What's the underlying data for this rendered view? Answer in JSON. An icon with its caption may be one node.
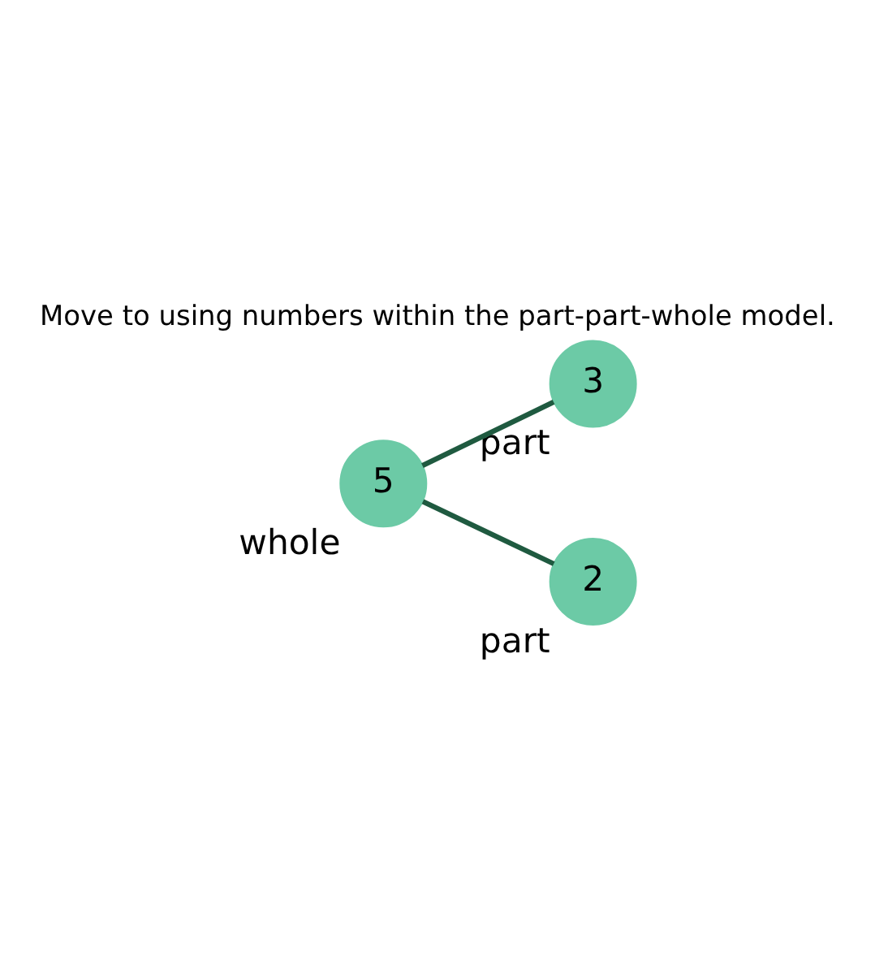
{
  "diagram": {
    "title": "Move to using numbers within the part-part-whole model.",
    "nodes": [
      {
        "text": [
          "5"
        ],
        "beside": [
          "whole"
        ]
      },
      {
        "text": [
          "3"
        ],
        "beside": [
          "part"
        ]
      },
      {
        "text": [
          "2"
        ],
        "beside": [
          "part"
        ]
      }
    ],
    "edges": [
      {
        "from": 0,
        "to": 1,
        "arrow": "none"
      },
      {
        "from": 0,
        "to": 2,
        "arrow": "none"
      }
    ]
  }
}
